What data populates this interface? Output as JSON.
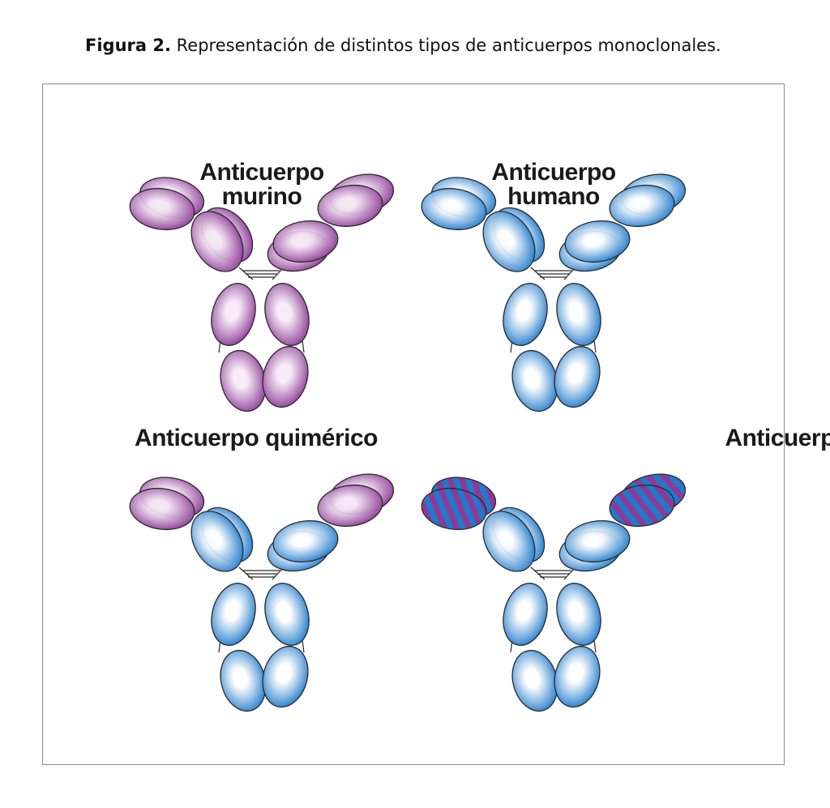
{
  "caption": {
    "label": "Figura 2.",
    "text": " Representación de distintos tipos de anticuerpos monoclonales."
  },
  "colors": {
    "murine": "#8c3a96",
    "murine_light": "#f6eaf6",
    "human": "#1f7acb",
    "human_light": "#ffffff",
    "outline": "#2a2a2a"
  },
  "antibodies": [
    {
      "id": "murino",
      "lines": [
        "Anticuerpo",
        "murino"
      ],
      "variable": "murine",
      "constant": "murine"
    },
    {
      "id": "humano",
      "lines": [
        "Anticuerpo",
        "humano"
      ],
      "variable": "human",
      "constant": "human"
    },
    {
      "id": "quimerico",
      "lines": [
        "Anticuerpo quimérico"
      ],
      "variable": "murine",
      "constant": "human"
    },
    {
      "id": "humanizado",
      "lines": [
        "Anticuerpo humanizado"
      ],
      "variable": "striped",
      "constant": "human"
    }
  ]
}
